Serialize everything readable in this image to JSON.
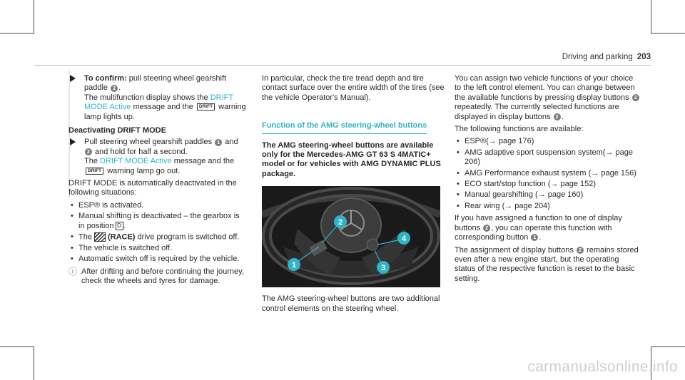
{
  "header": {
    "section": "Driving and parking",
    "page": "203"
  },
  "watermark": "carmanualsonline.info",
  "col1": {
    "step1": {
      "lead": "To confirm:",
      "text": " pull steering wheel gearshift paddle ",
      "num": "2",
      "text2": ".",
      "line2a": "The multifunction display shows the ",
      "drift": "DRIFT MODE Active",
      "line2b": " message and the ",
      "badge": "DRIFT",
      "line2c": " warning lamp lights up."
    },
    "heading": "Deactivating DRIFT MODE",
    "step2": {
      "text": "Pull steering wheel gearshift paddles ",
      "num1": "1",
      "and": " and ",
      "num2": "2",
      "text2": " and hold for half a second.",
      "line2a": "The ",
      "drift": "DRIFT MODE Active",
      "line2b": " message and the ",
      "badge": "DRIFT",
      "line2c": " warning lamp go out."
    },
    "intro": "DRIFT MODE is automatically deactivated in the following situations:",
    "bullets": {
      "b1": "ESP® is activated.",
      "b2": "Manual shifting is deactivated – the gearbox is in position",
      "b2_gear": "D",
      "b2_end": ".",
      "b3_pre": "The",
      "b3_bold": "(RACE)",
      "b3_post": " drive program is switched off.",
      "b4": "The vehicle is switched off.",
      "b5": "Automatic switch off is required by the vehicle."
    },
    "note": "After drifting and before continuing the journey, check the wheels and tyres for damage."
  },
  "col2": {
    "para": "In particular, check the tire tread depth and tire contact surface over the entire width of the tires (see the vehicle Operator's Manual).",
    "section_title": "Function of the AMG steering-wheel buttons",
    "bold": "The AMG steering-wheel buttons are available only for the Mercedes-AMG GT 63 S 4MATIC+ model or for vehicles with AMG DYNAMIC PLUS package.",
    "callouts": [
      "1",
      "2",
      "3",
      "4"
    ],
    "caption": "The AMG steering-wheel buttons are two additional control elements on the steering wheel."
  },
  "col3": {
    "p1a": "You can assign two vehicle functions of your choice to the left control element. You can change between the available functions by pressing display buttons ",
    "p1num": "2",
    "p1b": " repeatedly. The currently selected functions are displayed in display buttons ",
    "p1num2": "2",
    "p1c": ".",
    "p2": "The following functions are available:",
    "list": [
      "ESP®(→ page 176)",
      "AMG adaptive sport suspension system(→ page 206)",
      "AMG Performance exhaust system (→ page 156)",
      "ECO start/stop function (→ page 152)",
      "Manual gearshifting (→ page 160)",
      "Rear wing (→ page 204)"
    ],
    "p3a": "If you have assigned a function to one of display buttons ",
    "p3num": "2",
    "p3b": ", you can operate this function with corresponding button ",
    "p3num2": "1",
    "p3c": ".",
    "p4a": "The assignment of display buttons ",
    "p4num": "2",
    "p4b": " remains stored even after a new engine start, but the operating status of the respective function is reset to the basic setting."
  },
  "colors": {
    "accent": "#2fb3c6",
    "text": "#2a2a2a",
    "callout": "#2fb3c6"
  }
}
